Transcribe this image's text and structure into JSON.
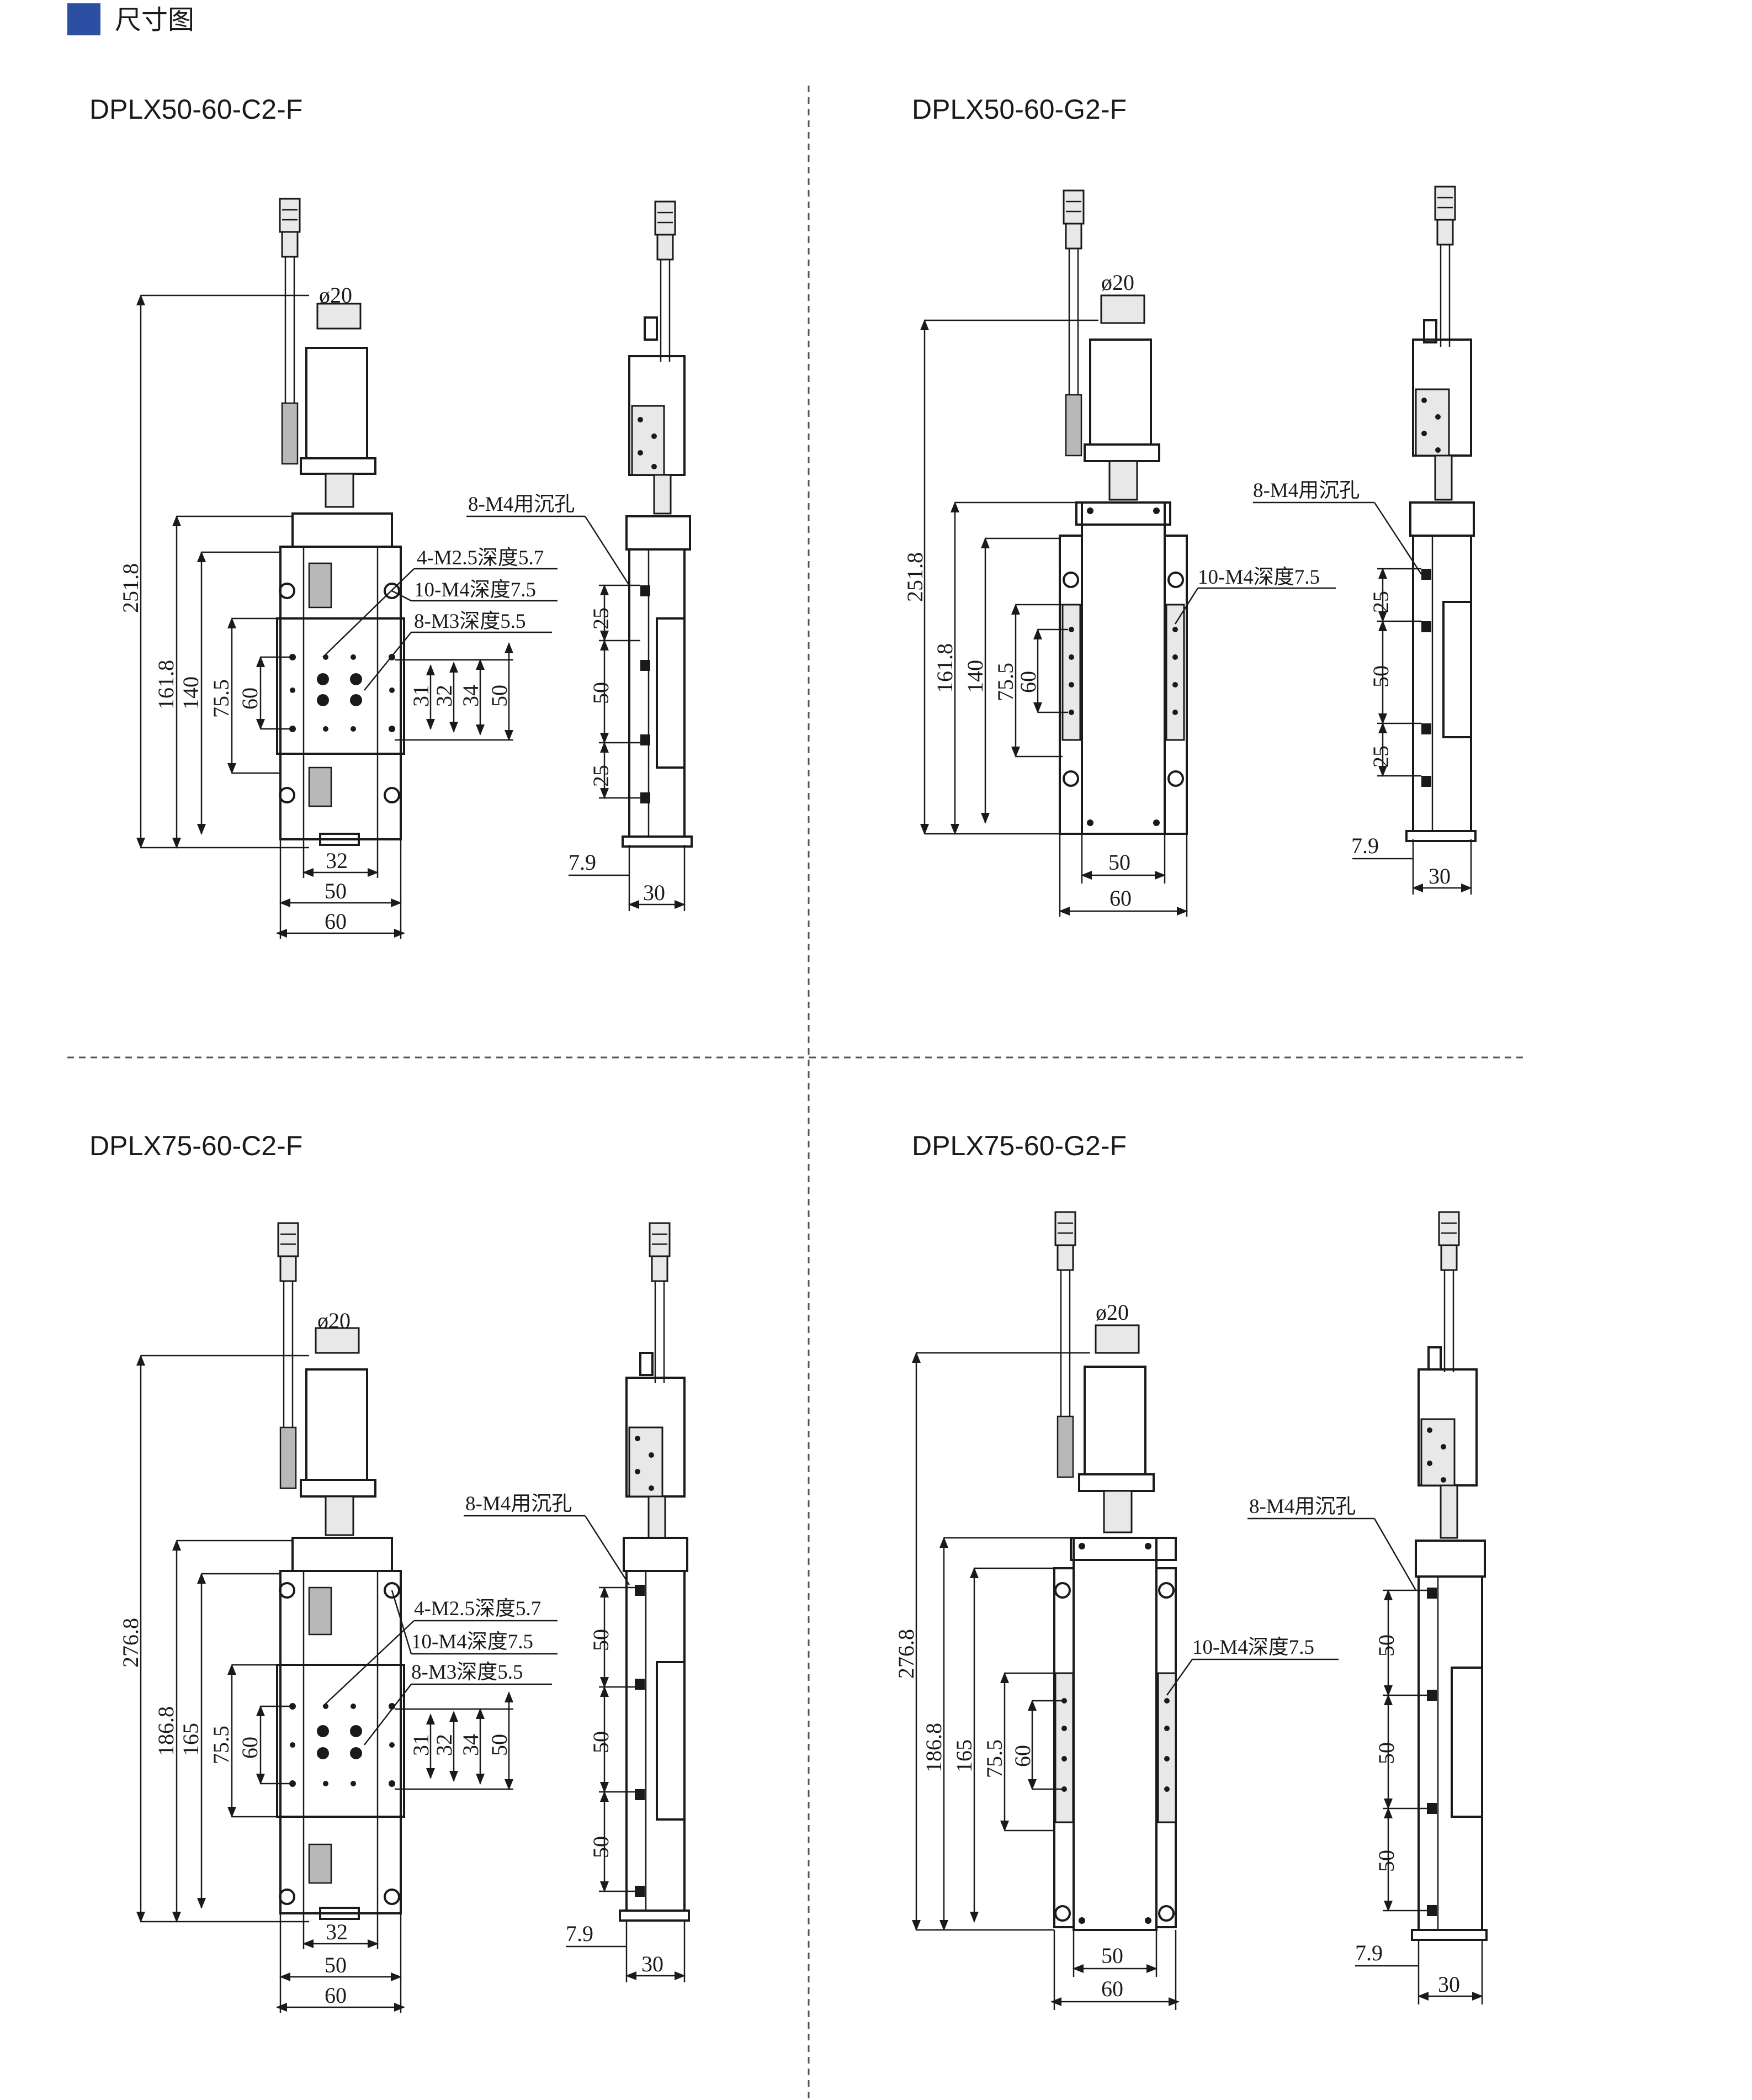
{
  "header": {
    "title": "尺寸图",
    "accent_color": "#2d4fa3"
  },
  "panels": [
    {
      "model": "DPLX50-60-C2-F",
      "dims": {
        "dia": "ø20",
        "h_total": "251.8",
        "h_body": "161.8",
        "h_rail": "140",
        "h_plate": "75.5",
        "h_holes": "60",
        "w_inner": "32",
        "w_mid": "50",
        "w_outer": "60",
        "r1": "31",
        "r2": "32",
        "r3": "34",
        "r4": "50",
        "side_offset": "7.9",
        "side_width": "30",
        "s1": "25",
        "s2": "50",
        "s3": "25"
      },
      "notes": {
        "n1": "4-M2.5深度5.7",
        "n2": "10-M4深度7.5",
        "n3": "8-M3深度5.5",
        "n4": "8-M4用沉孔"
      }
    },
    {
      "model": "DPLX50-60-G2-F",
      "dims": {
        "dia": "ø20",
        "h_total": "251.8",
        "h_body": "161.8",
        "h_rail": "140",
        "h_plate": "75.5",
        "h_holes": "60",
        "w_mid": "50",
        "w_outer": "60",
        "side_offset": "7.9",
        "side_width": "30",
        "s1": "25",
        "s2": "50",
        "s3": "25"
      },
      "notes": {
        "n2": "10-M4深度7.5",
        "n4": "8-M4用沉孔"
      }
    },
    {
      "model": "DPLX75-60-C2-F",
      "dims": {
        "dia": "ø20",
        "h_total": "276.8",
        "h_body": "186.8",
        "h_rail": "165",
        "h_plate": "75.5",
        "h_holes": "60",
        "w_inner": "32",
        "w_mid": "50",
        "w_outer": "60",
        "r1": "31",
        "r2": "32",
        "r3": "34",
        "r4": "50",
        "side_offset": "7.9",
        "side_width": "30",
        "s1": "50",
        "s2": "50",
        "s3": "50"
      },
      "notes": {
        "n1": "4-M2.5深度5.7",
        "n2": "10-M4深度7.5",
        "n3": "8-M3深度5.5",
        "n4": "8-M4用沉孔"
      }
    },
    {
      "model": "DPLX75-60-G2-F",
      "dims": {
        "dia": "ø20",
        "h_total": "276.8",
        "h_body": "186.8",
        "h_rail": "165",
        "h_plate": "75.5",
        "h_holes": "60",
        "w_mid": "50",
        "w_outer": "60",
        "side_offset": "7.9",
        "side_width": "30",
        "s1": "50",
        "s2": "50",
        "s3": "50"
      },
      "notes": {
        "n2": "10-M4深度7.5",
        "n4": "8-M4用沉孔"
      }
    }
  ]
}
